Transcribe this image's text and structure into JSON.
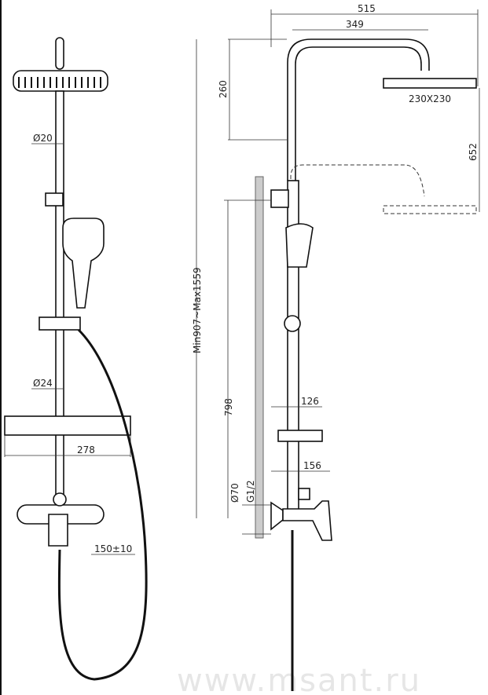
{
  "watermark": "www.msant.ru",
  "front_view": {
    "pipe_upper_diameter": "Ø20",
    "pipe_lower_diameter": "Ø24",
    "shelf_width": "278",
    "mixer_spacing": "150±10"
  },
  "side_view": {
    "total_reach": "515",
    "arm_reach": "349",
    "head_drop": "260",
    "head_size": "230X230",
    "head_adjust_range": "652",
    "height_range": "Min907~Max1559",
    "bar_height": "798",
    "shelf_depth": "126",
    "mixer_depth": "156",
    "flange_diameter": "Ø70",
    "thread": "G1/2"
  }
}
